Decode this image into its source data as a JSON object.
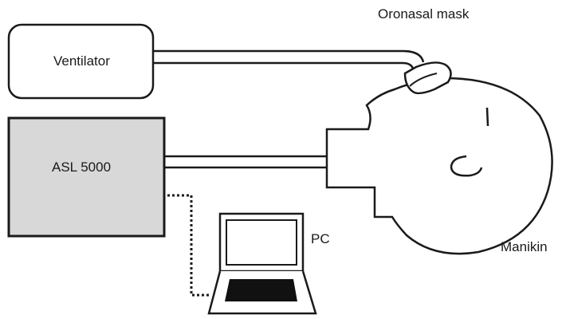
{
  "labels": {
    "mask": "Oronasal mask",
    "ventilator": "Ventilator",
    "asl": "ASL 5000",
    "pc": "PC",
    "manikin": "Manikin"
  },
  "colors": {
    "line": "#1a1a1a",
    "asl_fill": "#d8d8d8",
    "background": "#ffffff"
  }
}
